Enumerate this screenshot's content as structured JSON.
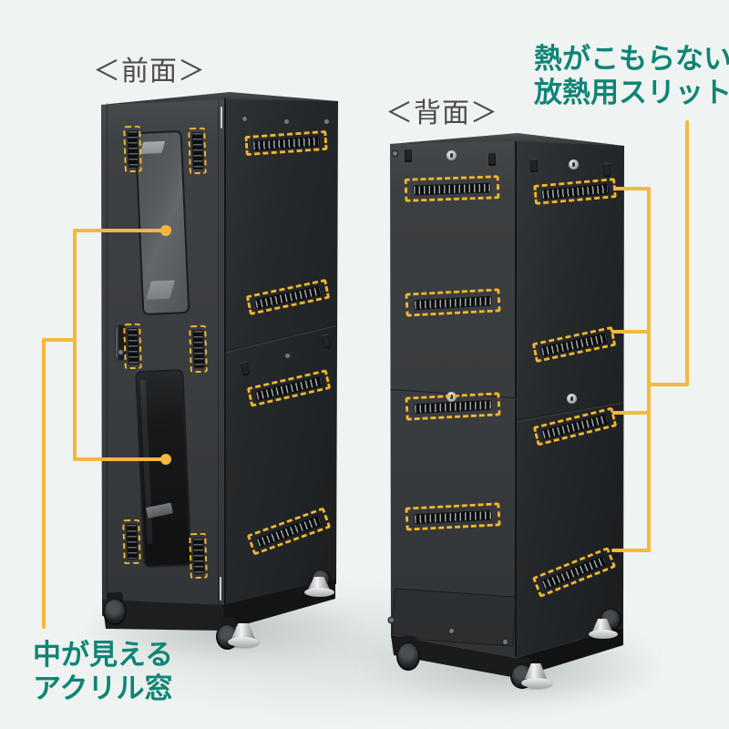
{
  "scene": {
    "labels": {
      "front_view": "＜前面＞",
      "back_view": "＜背面＞"
    },
    "annotations": {
      "heat_slits_line1": "熱がこもらない",
      "heat_slits_line2": "放熱用スリット",
      "acrylic_line1": "中が見える",
      "acrylic_line2": "アクリル窓"
    },
    "colors": {
      "bg_color": "#eff3f1",
      "annotation_green": "#0f8476",
      "callout_yellow": "#f4b93c",
      "dash_yellow": "#f0b62e",
      "label_gray": "#4b4c4d",
      "cabinet_black": "#2c2f31"
    }
  }
}
